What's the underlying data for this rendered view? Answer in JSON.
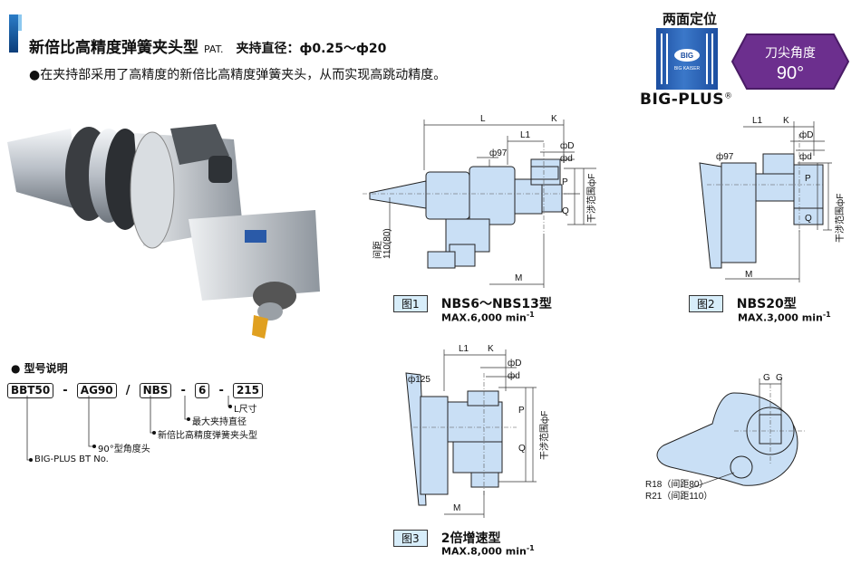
{
  "header": {
    "title": "新倍比高精度弹簧夹头型",
    "pat": "PAT.",
    "clamp": "夹持直径：ф0.25〜ф20",
    "desc": "●在夹持部采用了高精度的新倍比高精度弹簧夹头，从而实现高跳动精度。"
  },
  "logo": {
    "top": "两面定位",
    "brand": "BIG-PLUS",
    "reg": "®",
    "badge_mark": "BIG",
    "badge_sub": "BIG KAISER"
  },
  "angle": {
    "label": "刀尖角度",
    "value": "90°"
  },
  "model": {
    "title": "● 型号说明",
    "codes": [
      "BBT50",
      "AG90",
      "NBS",
      "6",
      "215"
    ],
    "seps": [
      "-",
      "/",
      "-"
    ],
    "notes": [
      "L尺寸",
      "最大夹持直径",
      "新倍比高精度弹簧夹头型",
      "90°型角度头",
      "BIG-PLUS BT No."
    ]
  },
  "fig1": {
    "tag": "图1",
    "name": "NBS6〜NBS13型",
    "speed": "MAX.6,000 min",
    "sup": "-1",
    "labels": {
      "L": "L",
      "K": "K",
      "L1": "L1",
      "phiD": "фD",
      "phid": "фd",
      "phi97": "ф97",
      "P": "P",
      "Q": "Q",
      "phiF": "干涉范围фF",
      "M": "M",
      "spacing1": "间距",
      "spacing2": "110(80)"
    }
  },
  "fig2": {
    "tag": "图2",
    "name": "NBS20型",
    "speed": "MAX.3,000 min",
    "sup": "-1",
    "labels": {
      "L1": "L1",
      "K": "K",
      "phiD": "фD",
      "phid": "фd",
      "phi97": "ф97",
      "P": "P",
      "Q": "Q",
      "phiF": "干涉范围фF",
      "M": "M"
    }
  },
  "fig3": {
    "tag": "图3",
    "name": "2倍增速型",
    "speed": "MAX.8,000 min",
    "sup": "-1",
    "labels": {
      "L1": "L1",
      "K": "K",
      "phiD": "фD",
      "phid": "фd",
      "phi125": "ф125",
      "P": "P",
      "Q": "Q",
      "phiF": "干涉范围фF",
      "M": "M"
    }
  },
  "fig4": {
    "labels": {
      "G1": "G",
      "G2": "G",
      "R18": "R18（间距80）",
      "R21": "R21（间距110）"
    }
  }
}
